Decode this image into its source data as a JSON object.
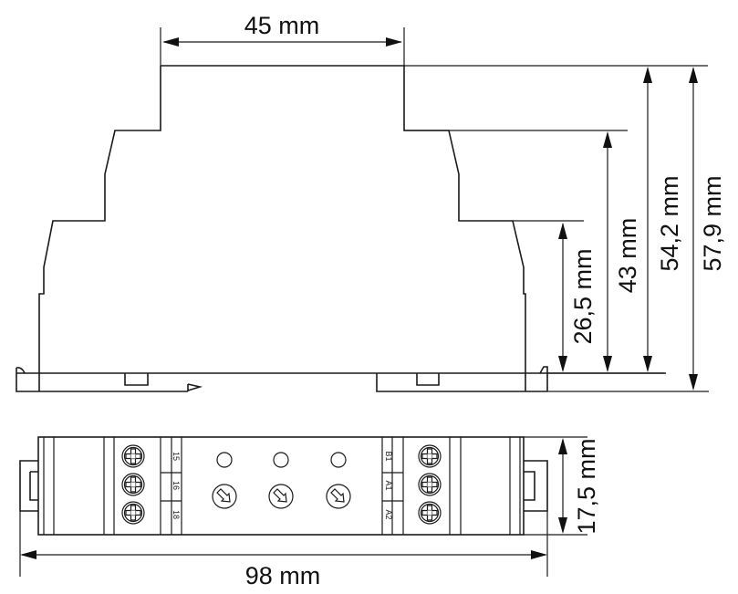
{
  "diagram": {
    "type": "dimension-drawing",
    "subject": "DIN rail relay module",
    "units": "mm",
    "views": [
      "side-view",
      "top-view"
    ]
  },
  "side_view": {
    "dimensions": {
      "width_top": "45 mm",
      "height_step1": "26,5 mm",
      "height_step2": "43 mm",
      "height_total_body": "54,2 mm",
      "height_total_with_clip": "57,9 mm"
    }
  },
  "top_view": {
    "dimensions": {
      "length": "98 mm",
      "width": "17,5 mm"
    },
    "left_terminals": [
      "15",
      "16",
      "18"
    ],
    "right_terminals": [
      "B1",
      "A1",
      "A2"
    ],
    "leds": 3,
    "potentiometers": 3
  },
  "colors": {
    "line": "#1a1a1a",
    "background": "#ffffff"
  }
}
